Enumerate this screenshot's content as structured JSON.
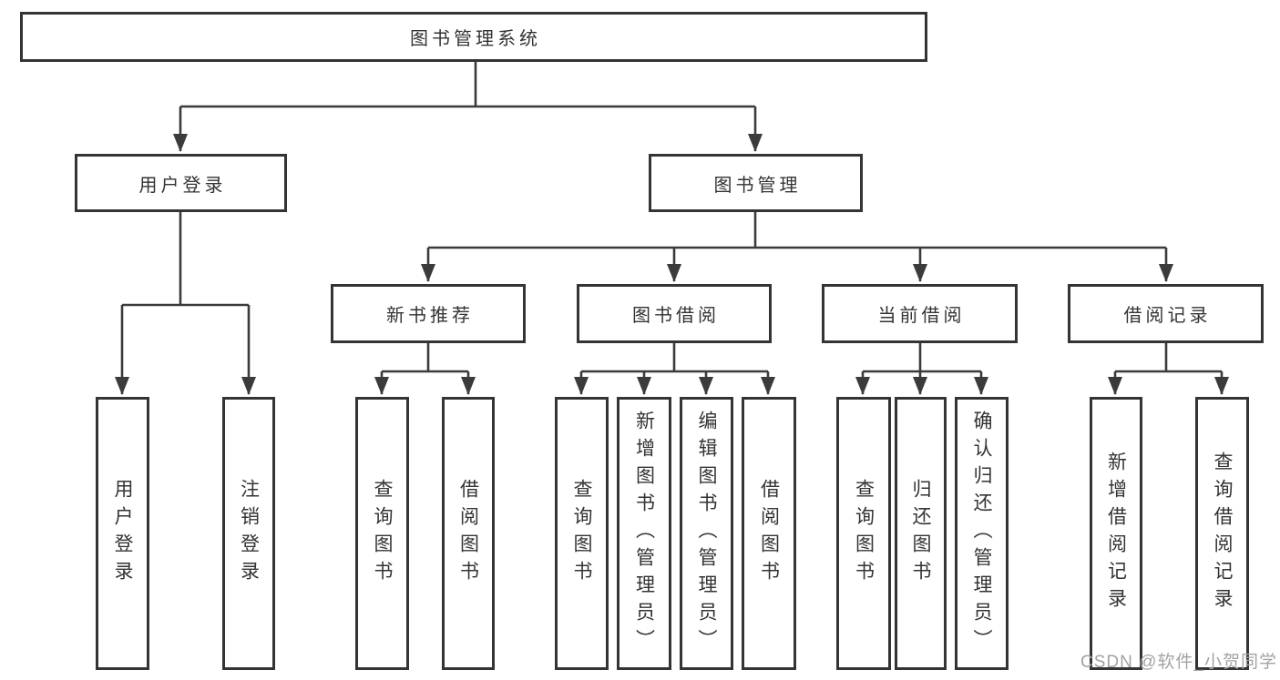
{
  "tree": {
    "label": "图书管理系统",
    "children": [
      {
        "label": "用户登录",
        "children": [
          {
            "label": "用户登录"
          },
          {
            "label": "注销登录"
          }
        ]
      },
      {
        "label": "图书管理",
        "children": [
          {
            "label": "新书推荐",
            "children": [
              {
                "label": "查询图书"
              },
              {
                "label": "借阅图书"
              }
            ]
          },
          {
            "label": "图书借阅",
            "children": [
              {
                "label": "查询图书"
              },
              {
                "label": "新增图书（管理员）"
              },
              {
                "label": "编辑图书（管理员）"
              },
              {
                "label": "借阅图书"
              }
            ]
          },
          {
            "label": "当前借阅",
            "children": [
              {
                "label": "查询图书"
              },
              {
                "label": "归还图书"
              },
              {
                "label": "确认归还（管理员）"
              }
            ]
          },
          {
            "label": "借阅记录",
            "children": [
              {
                "label": "新增借阅记录"
              },
              {
                "label": "查询借阅记录"
              }
            ]
          }
        ]
      }
    ]
  },
  "watermark": {
    "text": "CSDN @软件_小贺同学"
  },
  "colors": {
    "line": "#3b3b3b",
    "box_border": "#343434",
    "text": "#333333",
    "watermark": "#a3a3a3",
    "background": "#ffffff"
  }
}
